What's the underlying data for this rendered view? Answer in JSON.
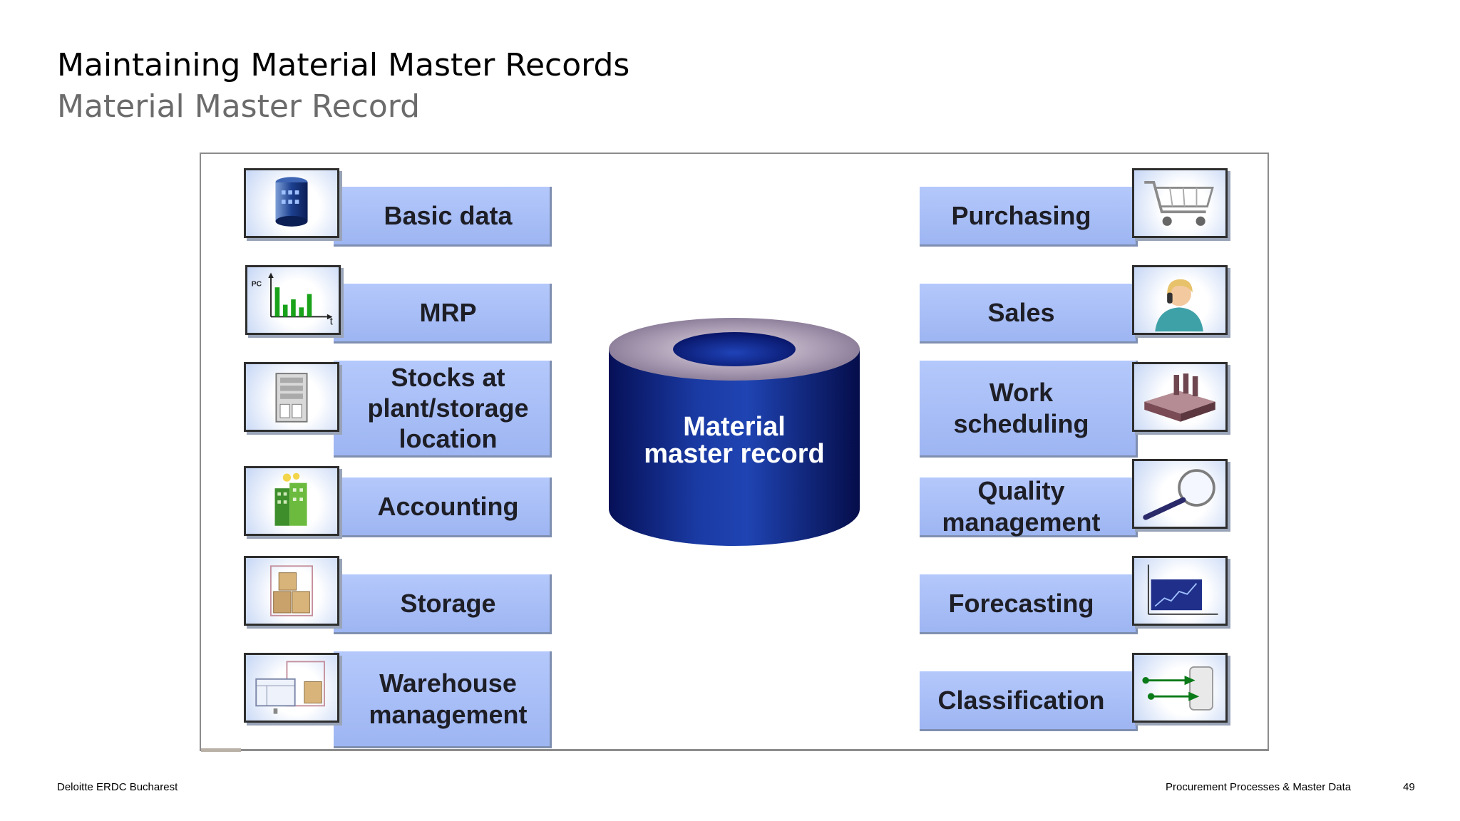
{
  "header": {
    "title": "Maintaining Material Master Records",
    "subtitle": "Material Master Record"
  },
  "diagram": {
    "center_label": "Material\nmaster record",
    "left_views": [
      {
        "label": "Basic data",
        "icon": "server-tower-icon"
      },
      {
        "label": "MRP",
        "icon": "bar-chart-icon"
      },
      {
        "label": "Stocks at\nplant/storage\nlocation",
        "icon": "storage-cabinet-icon"
      },
      {
        "label": "Accounting",
        "icon": "money-building-icon"
      },
      {
        "label": "Storage",
        "icon": "boxes-icon"
      },
      {
        "label": "Warehouse\nmanagement",
        "icon": "warehouse-icon"
      }
    ],
    "right_views": [
      {
        "label": "Purchasing",
        "icon": "shopping-cart-icon"
      },
      {
        "label": "Sales",
        "icon": "sales-person-icon"
      },
      {
        "label": "Work\nscheduling",
        "icon": "factory-icon"
      },
      {
        "label": "Quality\nmanagement",
        "icon": "magnifier-icon"
      },
      {
        "label": "Forecasting",
        "icon": "trend-chart-icon"
      },
      {
        "label": "Classification",
        "icon": "classification-arrows-icon"
      }
    ],
    "icon_labels": {
      "chart_y": "PC",
      "chart_x": "t"
    },
    "colors": {
      "label_fill": "#a9bff7",
      "cylinder": "#0d1f7a",
      "cylinder_top": "#b9a9c2"
    }
  },
  "footer": {
    "left": "Deloitte ERDC Bucharest",
    "right": "Procurement Processes & Master Data",
    "page": "49"
  }
}
